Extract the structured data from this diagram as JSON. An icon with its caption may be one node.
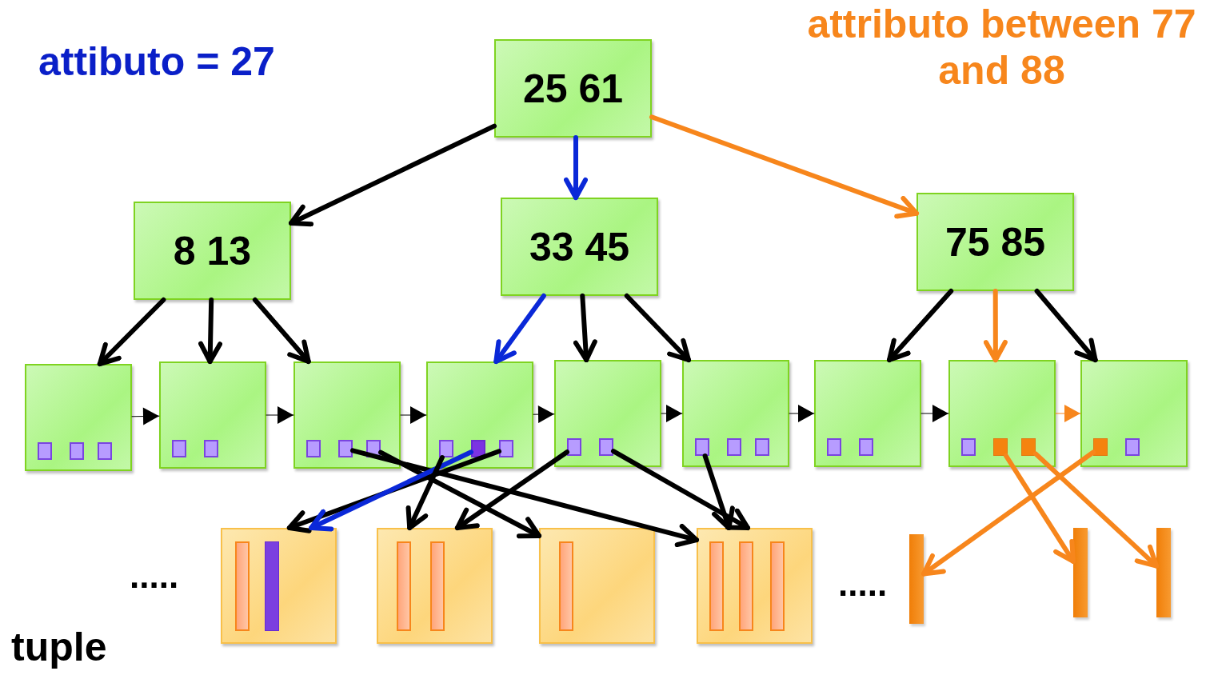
{
  "diagram": {
    "nodes": [
      {
        "text": [
          "25 61"
        ]
      },
      {
        "text": [
          "8 13"
        ]
      },
      {
        "text": [
          "33 45"
        ]
      },
      {
        "text": [
          "75 85"
        ]
      },
      {
        "text": [],
        "shape": "box"
      },
      {
        "text": [],
        "shape": "box",
        "in": 4
      },
      {
        "text": [],
        "shape": "box",
        "in": 4
      },
      {
        "text": [],
        "shape": "box",
        "in": 4
      },
      {
        "text": [],
        "shape": "box"
      },
      {
        "text": [],
        "shape": "box",
        "in": 8
      },
      {
        "text": [],
        "shape": "box",
        "in": 8
      },
      {
        "text": [],
        "shape": "box"
      },
      {
        "text": [],
        "shape": "box",
        "in": 11
      },
      {
        "text": [],
        "shape": "box",
        "in": 11
      },
      {
        "text": [],
        "shape": "box",
        "in": 11
      },
      {
        "text": [],
        "shape": "box"
      },
      {
        "text": [],
        "shape": "box",
        "in": 15
      },
      {
        "text": [],
        "shape": "box",
        "in": 15
      },
      {
        "text": [],
        "shape": "box",
        "in": 15
      },
      {
        "text": [],
        "shape": "box"
      },
      {
        "text": [],
        "shape": "box",
        "in": 19
      },
      {
        "text": [],
        "shape": "box",
        "in": 19
      },
      {
        "text": [],
        "shape": "box"
      },
      {
        "text": [],
        "shape": "box",
        "in": 22
      },
      {
        "text": [],
        "shape": "box",
        "in": 22
      },
      {
        "text": [],
        "shape": "box",
        "in": 22
      },
      {
        "text": [],
        "shape": "box"
      },
      {
        "text": [],
        "shape": "box",
        "in": 26
      },
      {
        "text": [],
        "shape": "box",
        "in": 26
      },
      {
        "text": [],
        "shape": "box"
      },
      {
        "text": [],
        "shape": "box",
        "in": 29
      },
      {
        "text": [],
        "shape": "box",
        "in": 29
      },
      {
        "text": [],
        "shape": "box",
        "in": 29
      },
      {
        "text": [],
        "shape": "box"
      },
      {
        "text": [],
        "shape": "box",
        "in": 33
      },
      {
        "text": [],
        "shape": "box",
        "in": 33
      },
      {
        "text": [],
        "shape": "box"
      },
      {
        "text": [],
        "shape": "bar",
        "in": 36
      },
      {
        "text": [],
        "shape": "bar",
        "in": 36
      },
      {
        "text": [],
        "shape": "box"
      },
      {
        "text": [],
        "shape": "bar",
        "in": 39
      },
      {
        "text": [],
        "shape": "bar",
        "in": 39
      },
      {
        "text": [],
        "shape": "box"
      },
      {
        "text": [],
        "shape": "bar",
        "in": 42
      },
      {
        "text": [],
        "shape": "box"
      },
      {
        "text": [],
        "shape": "bar",
        "in": 44
      },
      {
        "text": [],
        "shape": "bar",
        "in": 44
      },
      {
        "text": [],
        "shape": "bar",
        "in": 44
      },
      {
        "text": [],
        "shape": "bar"
      },
      {
        "text": [],
        "shape": "bar"
      },
      {
        "text": [],
        "shape": "bar"
      }
    ],
    "edges": [
      {
        "from": 0,
        "to": 1,
        "arrow": "to"
      },
      {
        "from": 0,
        "to": 2,
        "arrow": "to",
        "color": "#0a28d8"
      },
      {
        "from": 0,
        "to": 3,
        "arrow": "to",
        "color": "#f7861c"
      },
      {
        "from": 1,
        "to": 4,
        "arrow": "to"
      },
      {
        "from": 1,
        "to": 8,
        "arrow": "to"
      },
      {
        "from": 1,
        "to": 11,
        "arrow": "to"
      },
      {
        "from": 2,
        "to": 15,
        "arrow": "to",
        "color": "#0a28d8"
      },
      {
        "from": 2,
        "to": 19,
        "arrow": "to"
      },
      {
        "from": 2,
        "to": 22,
        "arrow": "to"
      },
      {
        "from": 3,
        "to": 26,
        "arrow": "to"
      },
      {
        "from": 3,
        "to": 29,
        "arrow": "to",
        "color": "#f7861c"
      },
      {
        "from": 3,
        "to": 33,
        "arrow": "to"
      },
      {
        "from": 4,
        "to": 8,
        "arrow": "to"
      },
      {
        "from": 8,
        "to": 11,
        "arrow": "to"
      },
      {
        "from": 11,
        "to": 15,
        "arrow": "to"
      },
      {
        "from": 15,
        "to": 19,
        "arrow": "to"
      },
      {
        "from": 19,
        "to": 22,
        "arrow": "to"
      },
      {
        "from": 22,
        "to": 26,
        "arrow": "to"
      },
      {
        "from": 26,
        "to": 29,
        "arrow": "to"
      },
      {
        "from": 29,
        "to": 33,
        "arrow": "to",
        "color": "#f7861c"
      },
      {
        "from": 13,
        "to": 44,
        "arrow": "to"
      },
      {
        "from": 14,
        "to": 42,
        "arrow": "to"
      },
      {
        "from": 18,
        "to": 36,
        "arrow": "to"
      },
      {
        "from": 17,
        "to": 36,
        "arrow": "to",
        "color": "#0a28d8"
      },
      {
        "from": 16,
        "to": 39,
        "arrow": "to"
      },
      {
        "from": 20,
        "to": 39,
        "arrow": "to"
      },
      {
        "from": 21,
        "to": 44,
        "arrow": "to"
      },
      {
        "from": 23,
        "to": 44,
        "arrow": "to"
      },
      {
        "from": 31,
        "to": 49,
        "arrow": "to",
        "color": "#f7861c"
      },
      {
        "from": 32,
        "to": 50,
        "arrow": "to",
        "color": "#f7861c"
      },
      {
        "from": 34,
        "to": 48,
        "arrow": "to",
        "color": "#f7861c"
      }
    ],
    "labels": [
      "attibuto = 27",
      "attributo between 77 and 88",
      ".....",
      ".....",
      "tuple"
    ]
  }
}
